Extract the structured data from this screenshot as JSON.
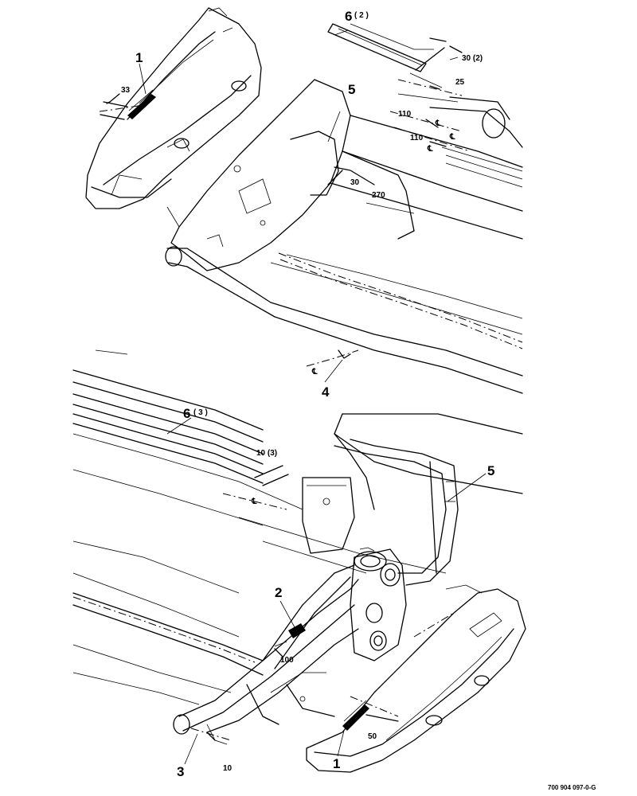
{
  "callouts": {
    "c1_top": "1",
    "c6_top": "6",
    "c6_top_qty": "( 2 )",
    "c5_top": "5",
    "c4": "4",
    "c6_mid": "6",
    "c6_mid_qty": "( 3 )",
    "c5_right": "5",
    "c2": "2",
    "c3": "3",
    "c1_bottom": "1"
  },
  "dimensions": {
    "d33": "33",
    "d30_2": "30 (2)",
    "d25": "25",
    "d110_a": "110",
    "d110_b": "110",
    "d30": "30",
    "d270": "270",
    "d10_3": "10 (3)",
    "d100": "100",
    "d50": "50",
    "d10": "10"
  },
  "centerline_symbol": "℄",
  "drawing_number": "700 904 097-0-G"
}
